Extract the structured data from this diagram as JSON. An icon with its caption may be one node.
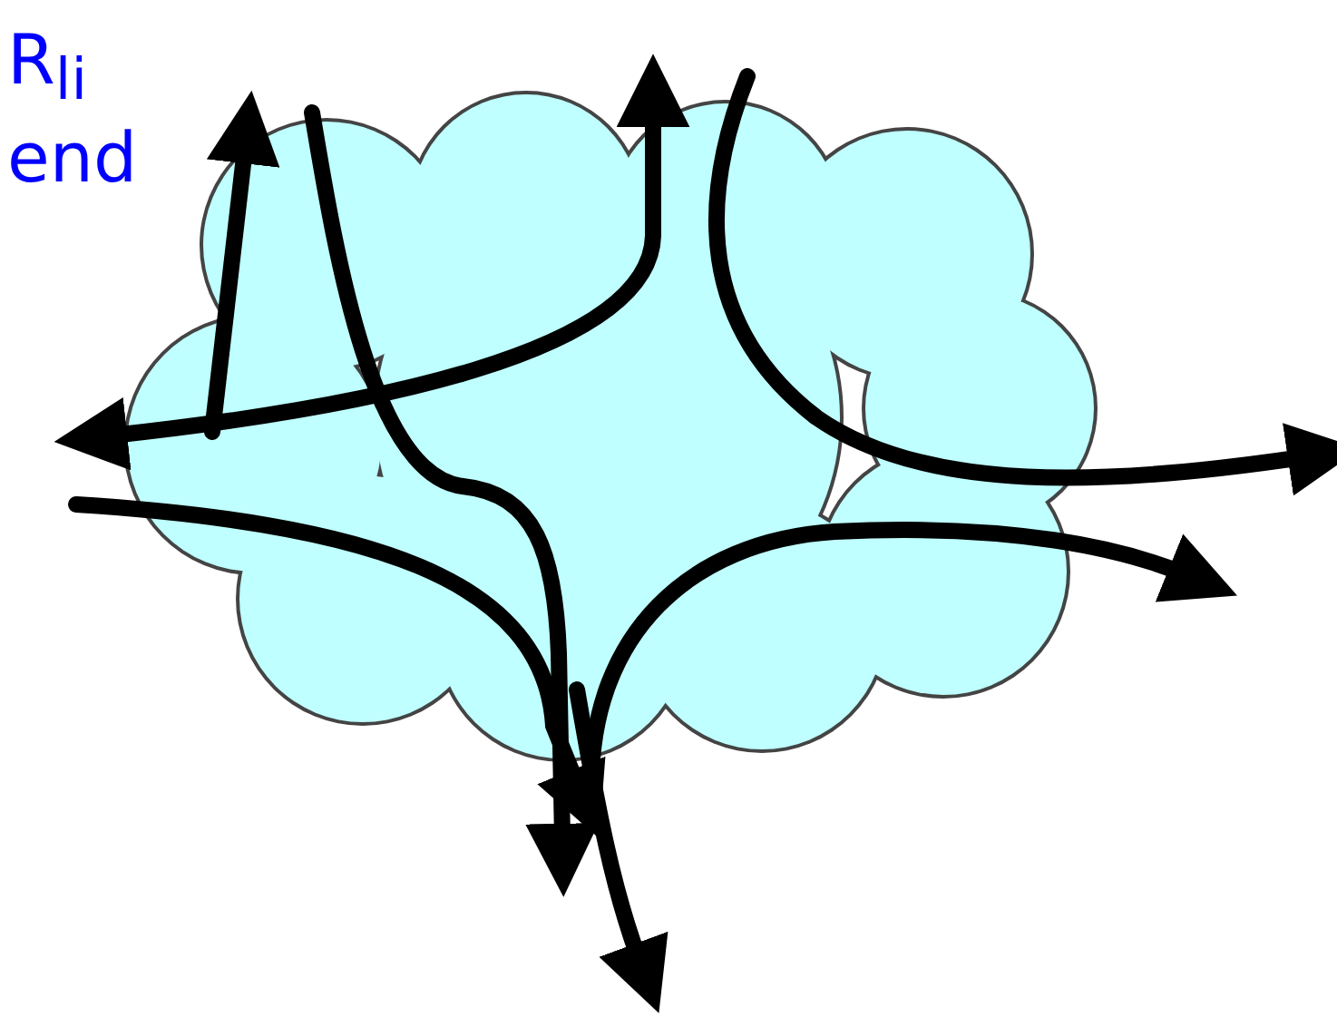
{
  "diagram": {
    "nodes": [
      {
        "text": [],
        "shape": "cloud"
      }
    ],
    "labels": [
      "R$_{li}$",
      "end"
    ]
  }
}
